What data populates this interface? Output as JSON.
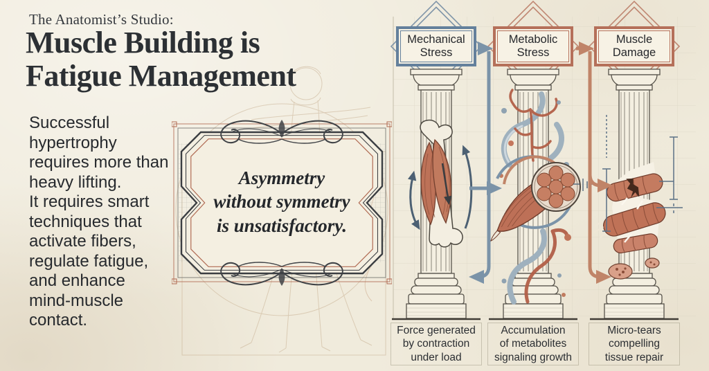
{
  "palette": {
    "background": "#f0ebdc",
    "ink": "#2c3034",
    "body_text": "#26292d",
    "mechanical_blue": "#64809c",
    "arrow_blue": "#7b93a8",
    "terracotta": "#b5705a",
    "arrow_salmon": "#c08468",
    "frame_dark": "#3b3e42",
    "frame_red": "#b06a52",
    "sepia_sketch": "#c0a584",
    "muscle_fill": "#bd7058"
  },
  "header": {
    "kicker": "The Anatomist’s Studio:",
    "title": "Muscle Building is\nFatigue Management"
  },
  "intro": {
    "text": "Successful\nhypertrophy\nrequires more than\nheavy lifting.\nIt requires smart\ntechniques that\nactivate fibers,\nregulate fatigue,\nand enhance\nmind-muscle\ncontact."
  },
  "quote": {
    "text": "Asymmetry\nwithout symmetry\nis unsatisfactory."
  },
  "diagram": {
    "stages": [
      {
        "label": "Mechanical\nStress",
        "caption": "Force generated\nby contraction\nunder load",
        "accent": "#64809c"
      },
      {
        "label": "Metabolic\nStress",
        "caption": "Accumulation\nof metabolites\nsignaling growth",
        "accent": "#b5705a"
      },
      {
        "label": "Muscle\nDamage",
        "caption": "Micro-tears\ncompelling\ntissue repair",
        "accent": "#b5705a"
      }
    ]
  }
}
